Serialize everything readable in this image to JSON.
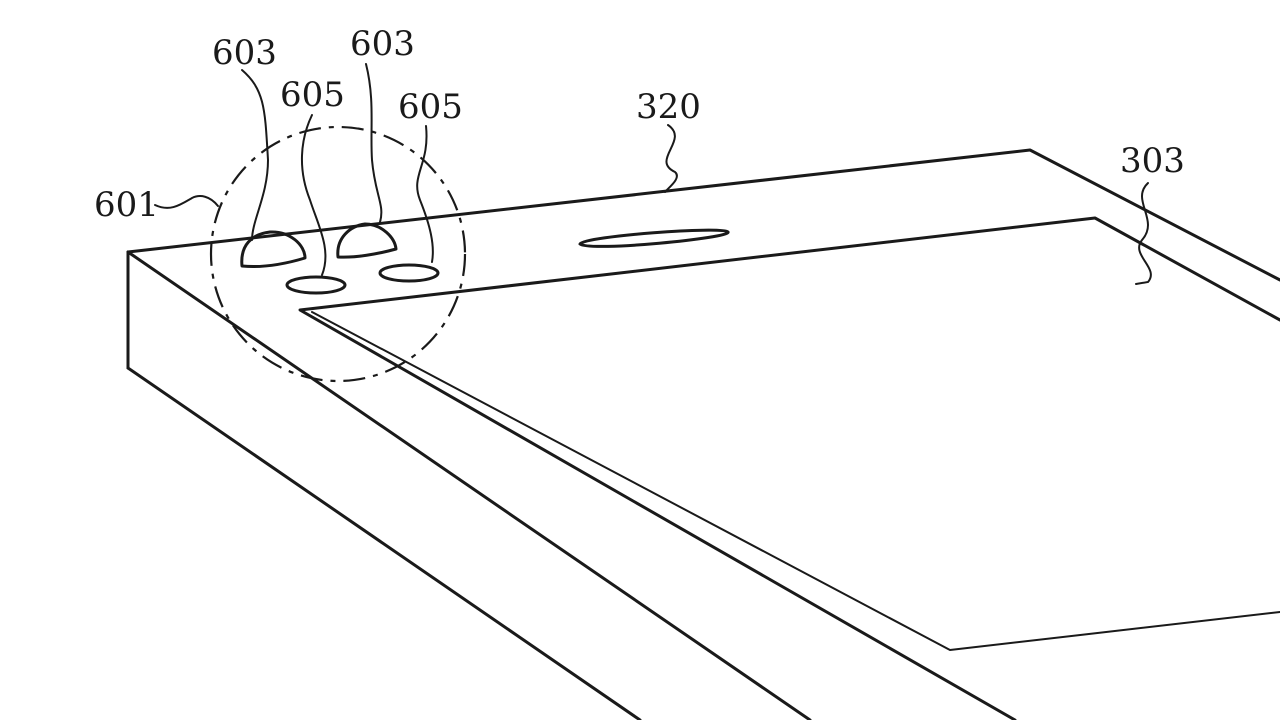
{
  "figure": {
    "labels": {
      "enclosure": "320",
      "display": "303",
      "sensor_region": "601",
      "emitter_left": "603",
      "emitter_right": "603",
      "detector_left": "605",
      "detector_right": "605"
    },
    "line_color": "#1a1a1a",
    "background_color": "#ffffff"
  }
}
